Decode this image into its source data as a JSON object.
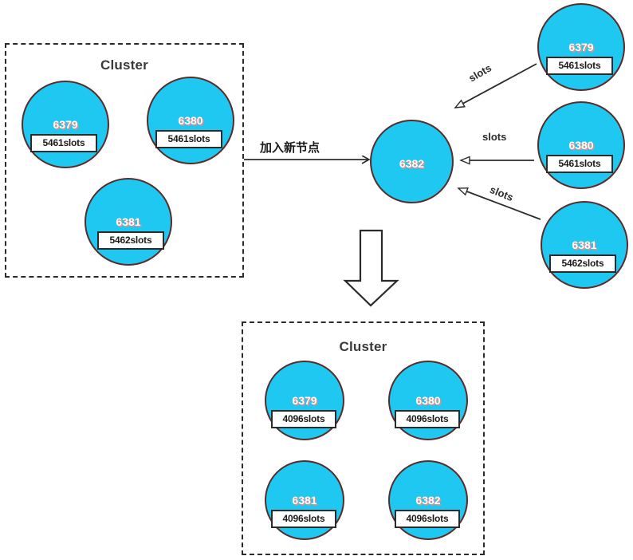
{
  "diagram": {
    "title_before": "Cluster",
    "title_after": "Cluster",
    "join_label": "加入新节点",
    "slots_label_1": "slots",
    "slots_label_2": "slots",
    "slots_label_3": "slots",
    "colors": {
      "node_fill": "#1ec8f0",
      "node_stroke": "#5a2b28",
      "port_text": "#ffffff",
      "port_shadow": "#f08a82",
      "box_stroke": "#2b2b2b",
      "arrow_stroke": "#2b2b2b"
    }
  },
  "before_cluster": {
    "label": "Cluster",
    "nodes": [
      {
        "port": "6379",
        "slots": "5461slots"
      },
      {
        "port": "6380",
        "slots": "5461slots"
      },
      {
        "port": "6381",
        "slots": "5462slots"
      }
    ]
  },
  "new_node": {
    "port": "6382",
    "slots": ""
  },
  "source_nodes": [
    {
      "port": "6379",
      "slots": "5461slots",
      "edge": "slots"
    },
    {
      "port": "6380",
      "slots": "5461slots",
      "edge": "slots"
    },
    {
      "port": "6381",
      "slots": "5462slots",
      "edge": "slots"
    }
  ],
  "after_cluster": {
    "label": "Cluster",
    "nodes": [
      {
        "port": "6379",
        "slots": "4096slots"
      },
      {
        "port": "6380",
        "slots": "4096slots"
      },
      {
        "port": "6381",
        "slots": "4096slots"
      },
      {
        "port": "6382",
        "slots": "4096slots"
      }
    ]
  }
}
